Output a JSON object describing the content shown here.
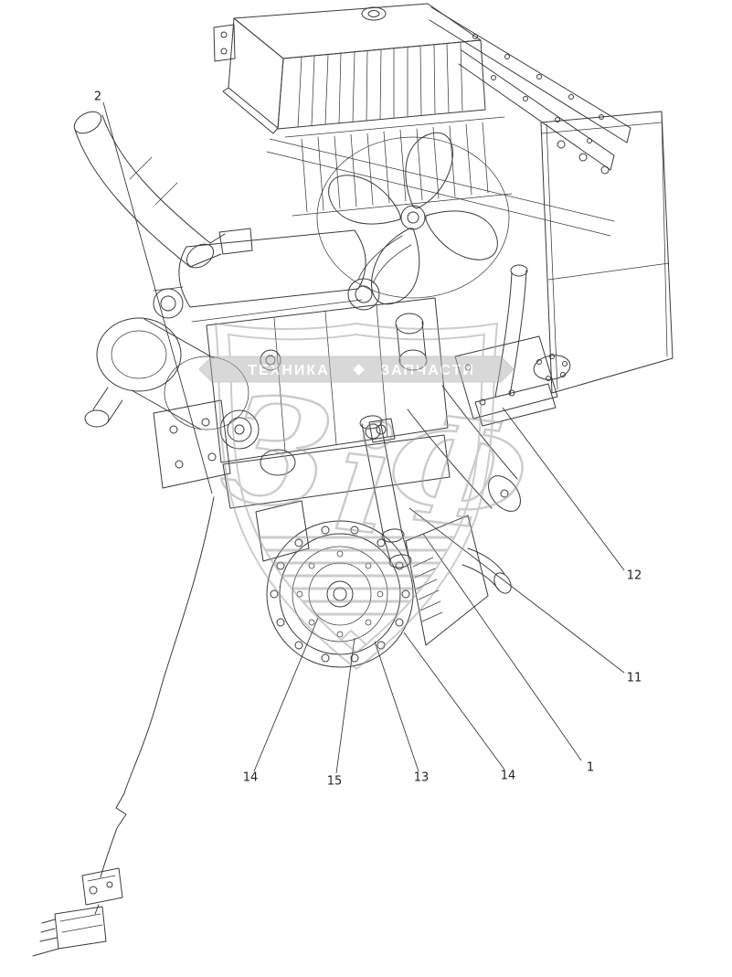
{
  "diagram": {
    "callouts": [
      {
        "label": "2"
      },
      {
        "label": "12"
      },
      {
        "label": "11"
      },
      {
        "label": "1"
      },
      {
        "label": "14"
      },
      {
        "label": "15"
      },
      {
        "label": "13"
      },
      {
        "label": "14"
      }
    ]
  },
  "watermark": {
    "letter_1": "З",
    "letter_2": "і",
    "letter_3": "Ф",
    "banner_left": "ТЕХНИКА",
    "banner_right": "ЗАПЧАСТИ",
    "color": "#9b9b9b"
  },
  "colors": {
    "line": "#3a3a3a",
    "background": "#ffffff"
  }
}
